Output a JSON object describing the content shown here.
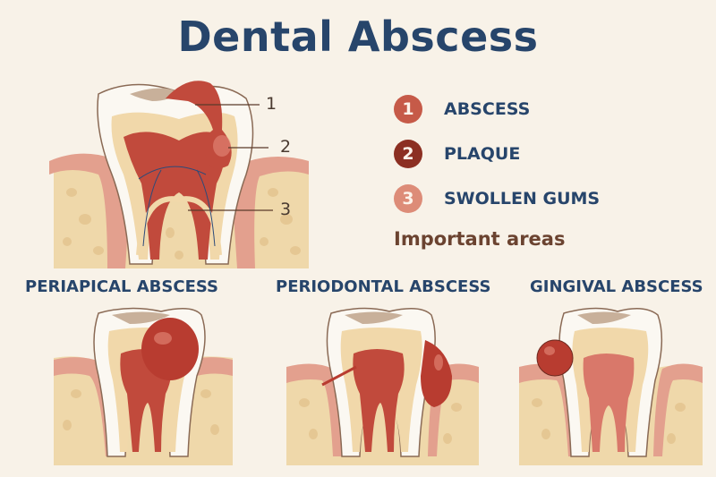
{
  "title": "Dental Abscess",
  "main_diagram": {
    "callouts": [
      {
        "number": "1"
      },
      {
        "number": "2"
      },
      {
        "number": "3"
      }
    ]
  },
  "legend": {
    "items": [
      {
        "number": "1",
        "label": "ABSCESS",
        "color": "#c65a48"
      },
      {
        "number": "2",
        "label": "PLAQUE",
        "color": "#8c2f22"
      },
      {
        "number": "3",
        "label": "SWOLLEN GUMS",
        "color": "#dd8c78"
      }
    ],
    "note": "Important areas"
  },
  "types": [
    {
      "label": "PERIAPICAL ABSCESS"
    },
    {
      "label": "PERIODONTAL ABSCESS"
    },
    {
      "label": "GINGIVAL ABSCESS"
    }
  ],
  "colors": {
    "background": "#f8f2e8",
    "title": "#27456b",
    "enamel": "#fbf8f2",
    "dentin": "#f1d8aa",
    "pulp": "#c14a3c",
    "gum": "#e3a08e",
    "bone": "#f0dbae",
    "abscess": "#b83c30"
  }
}
